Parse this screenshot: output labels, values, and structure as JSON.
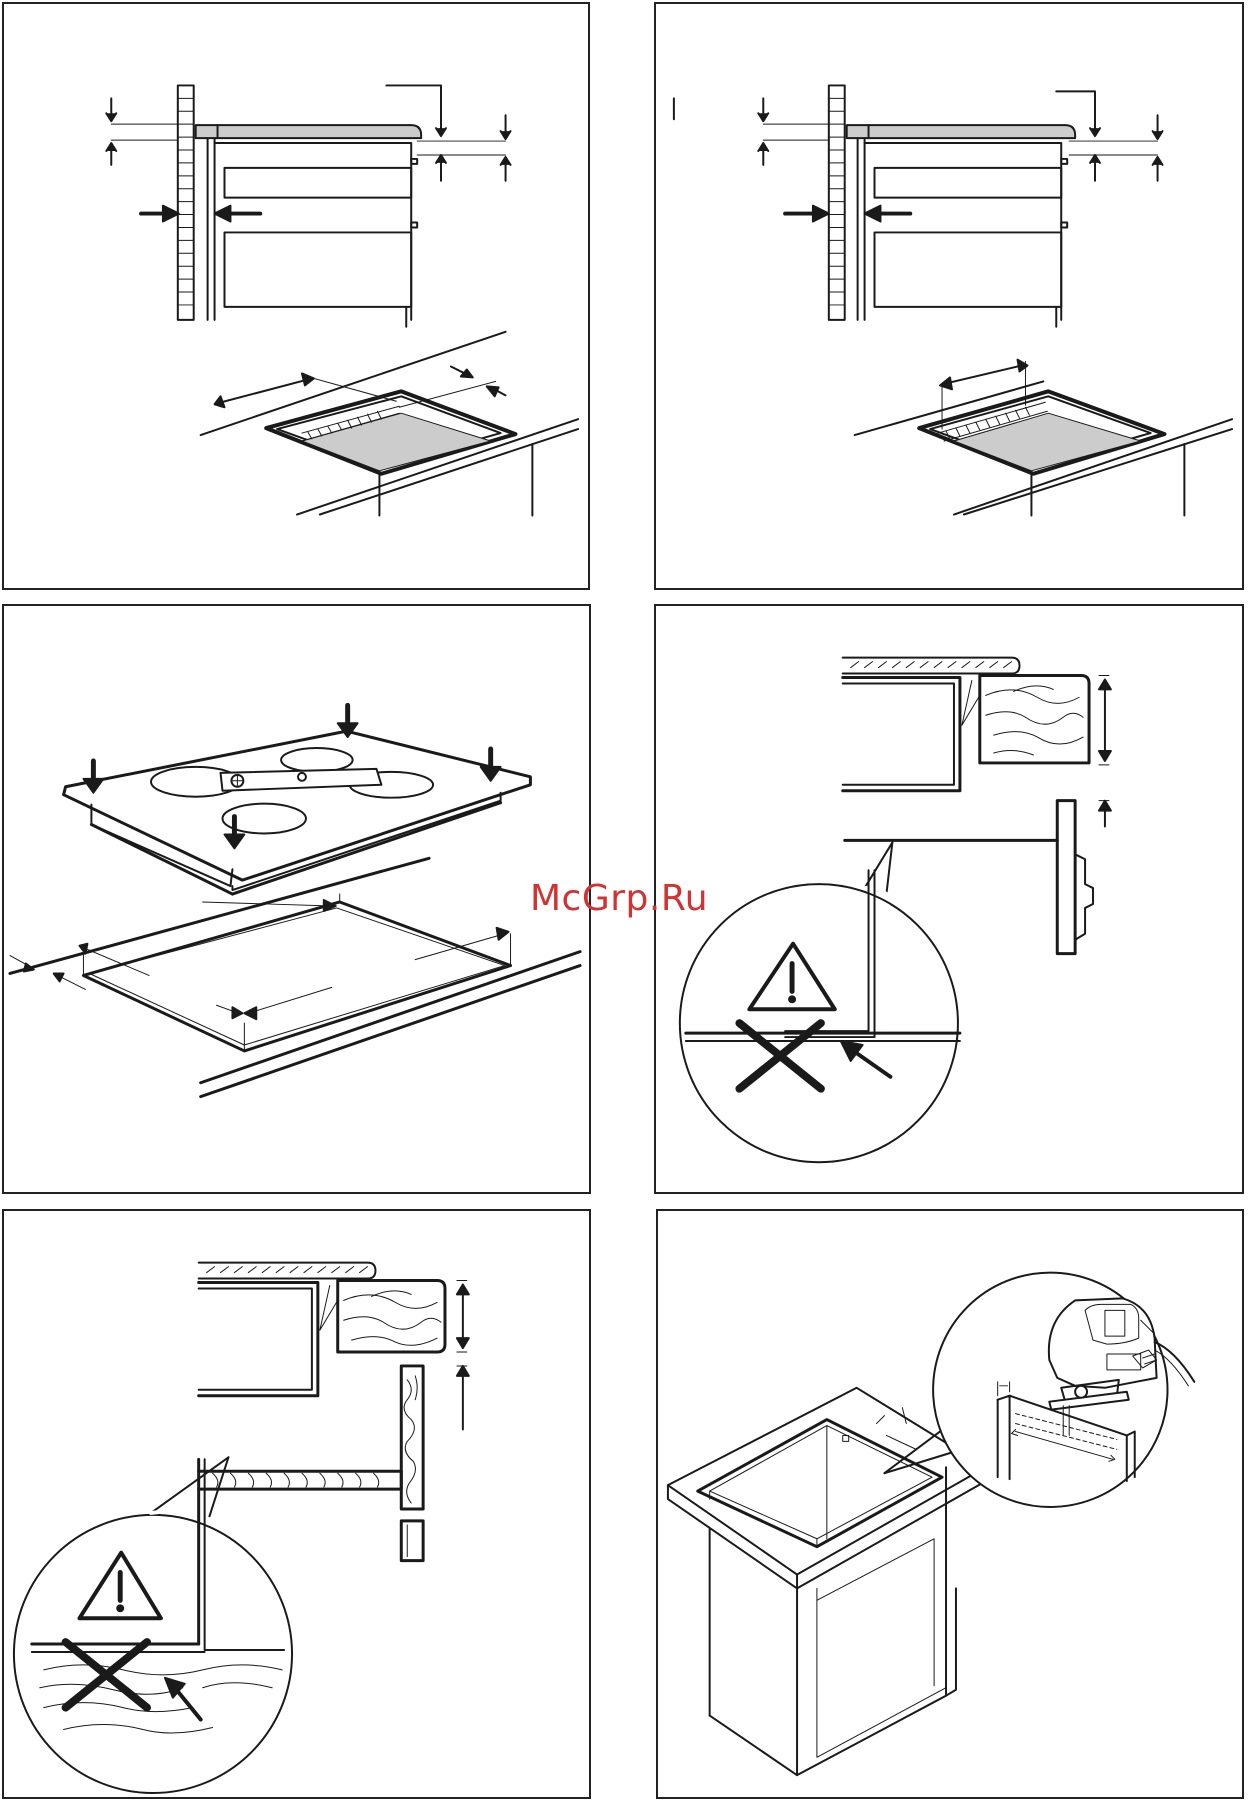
{
  "watermark": {
    "text": "McGrp.Ru",
    "color": "#d23232"
  },
  "panels": [
    {
      "id": "p1",
      "subject": "hob-side-section-with-clearances-and-cutout"
    },
    {
      "id": "p2",
      "subject": "hob-side-section-variant-and-cutout"
    },
    {
      "id": "p3",
      "subject": "hob-lowering-into-worktop-cutout"
    },
    {
      "id": "p4",
      "subject": "worktop-edge-detail-with-warning"
    },
    {
      "id": "p5",
      "subject": "worktop-edge-detail-with-shelf-and-warning"
    },
    {
      "id": "p6",
      "subject": "cutting-worktop-with-jigsaw"
    }
  ],
  "icons": {
    "warning": "warning-triangle-icon",
    "prohibited": "prohibited-cross-icon"
  }
}
